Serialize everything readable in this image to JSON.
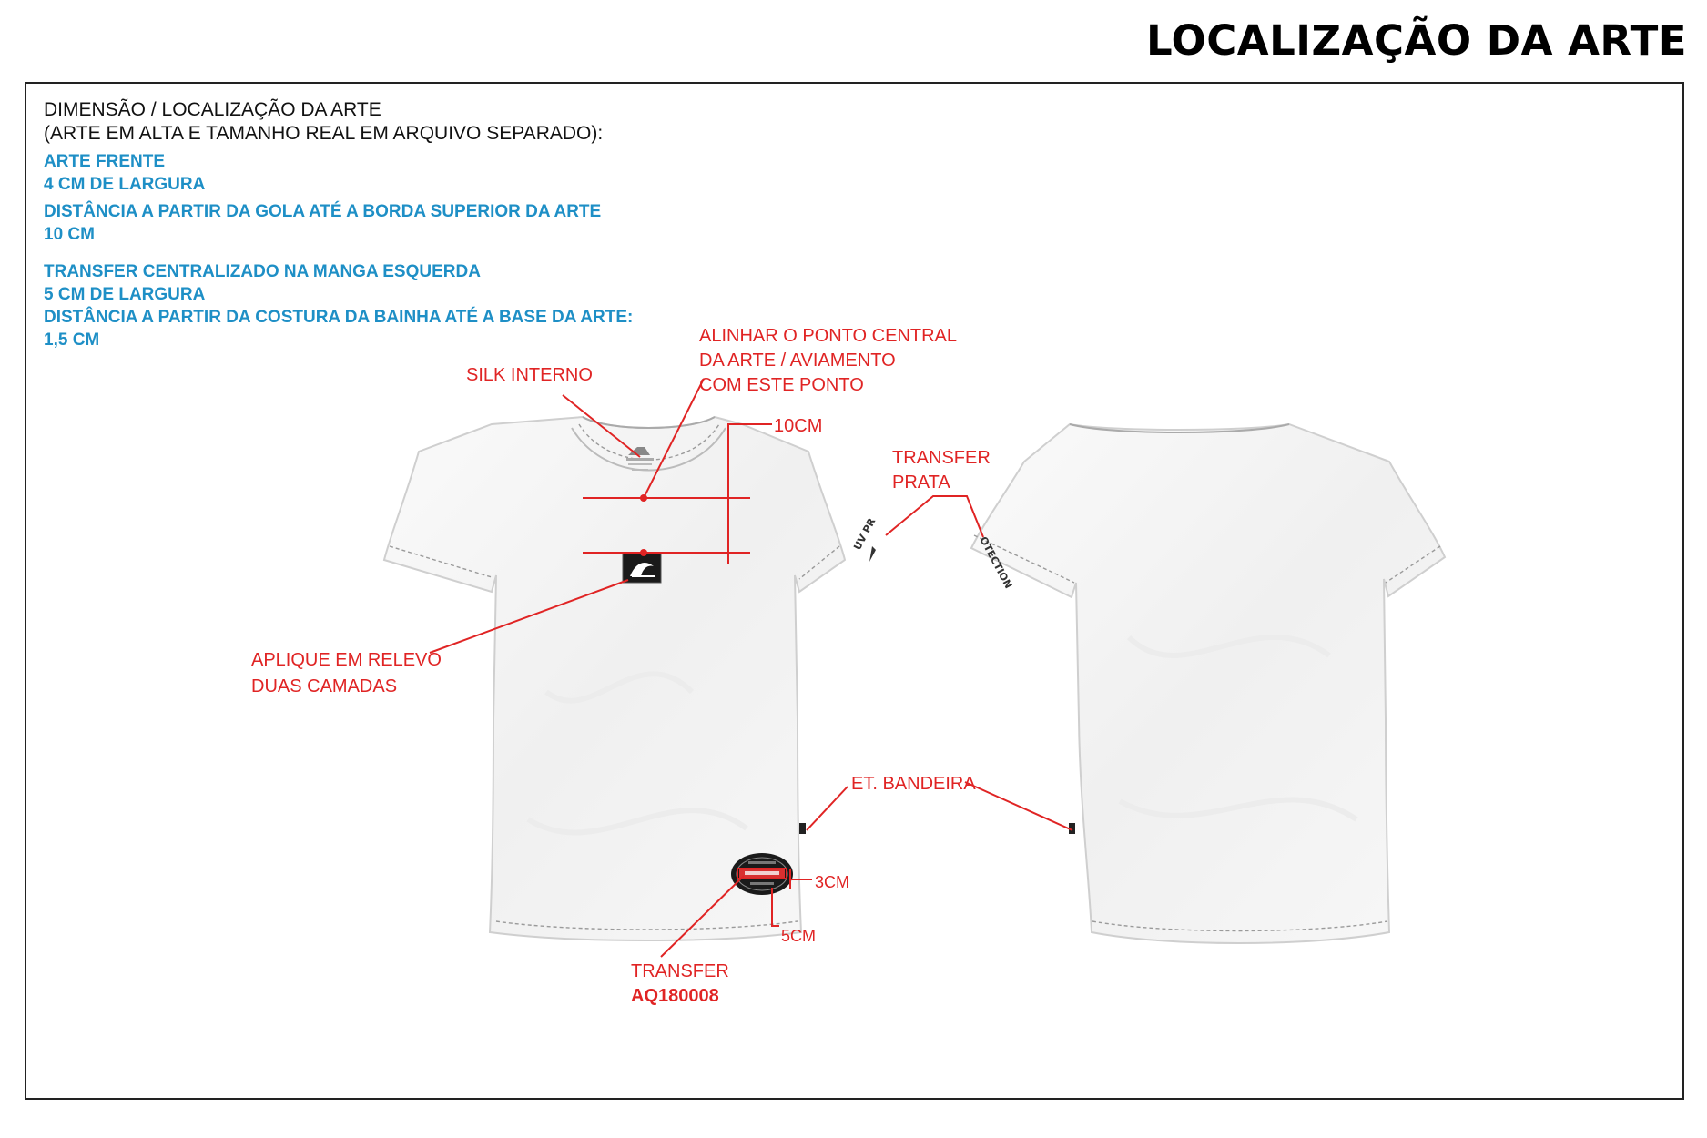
{
  "title": "LOCALIZAÇÃO DA ARTE",
  "spec": {
    "intro": [
      "DIMENSÃO / LOCALIZAÇÃO DA ARTE",
      "(ARTE EM ALTA E TAMANHO REAL EM ARQUIVO SEPARADO):"
    ],
    "front_art": [
      "ARTE FRENTE",
      "4 CM DE LARGURA"
    ],
    "front_distance": [
      "DISTÂNCIA A PARTIR DA GOLA ATÉ A BORDA SUPERIOR DA ARTE",
      "10 CM"
    ],
    "sleeve_transfer": [
      "TRANSFER CENTRALIZADO NA MANGA ESQUERDA",
      "5 CM DE LARGURA"
    ],
    "sleeve_distance": [
      "DISTÂNCIA A PARTIR DA COSTURA DA BAINHA ATÉ A BASE DA ARTE:",
      "1,5 CM"
    ]
  },
  "annotations": {
    "silk_interno": "SILK INTERNO",
    "alinhar": [
      "ALINHAR O PONTO CENTRAL",
      "DA ARTE / AVIAMENTO",
      "COM ESTE PONTO"
    ],
    "dim_10cm": "10CM",
    "transfer_prata": [
      "TRANSFER",
      "PRATA"
    ],
    "aplique": [
      "APLIQUE EM RELEVO",
      "DUAS CAMADAS"
    ],
    "et_bandeira": "ET. BANDEIRA",
    "dim_3cm": "3CM",
    "dim_5cm": "5CM",
    "transfer_label": "TRANSFER",
    "transfer_code": "AQ180008"
  },
  "graphics": {
    "sleeve_print_front": "UV PR",
    "sleeve_print_back": "OTECTION"
  },
  "colors": {
    "annotation_red": "#e02424",
    "spec_blue": "#1e8fc6",
    "garment": "#f6f6f6",
    "stitch": "#9a9a9a"
  },
  "icons": [
    "quiksilver-logo-patch",
    "hem-transfer-badge",
    "flag-label"
  ]
}
